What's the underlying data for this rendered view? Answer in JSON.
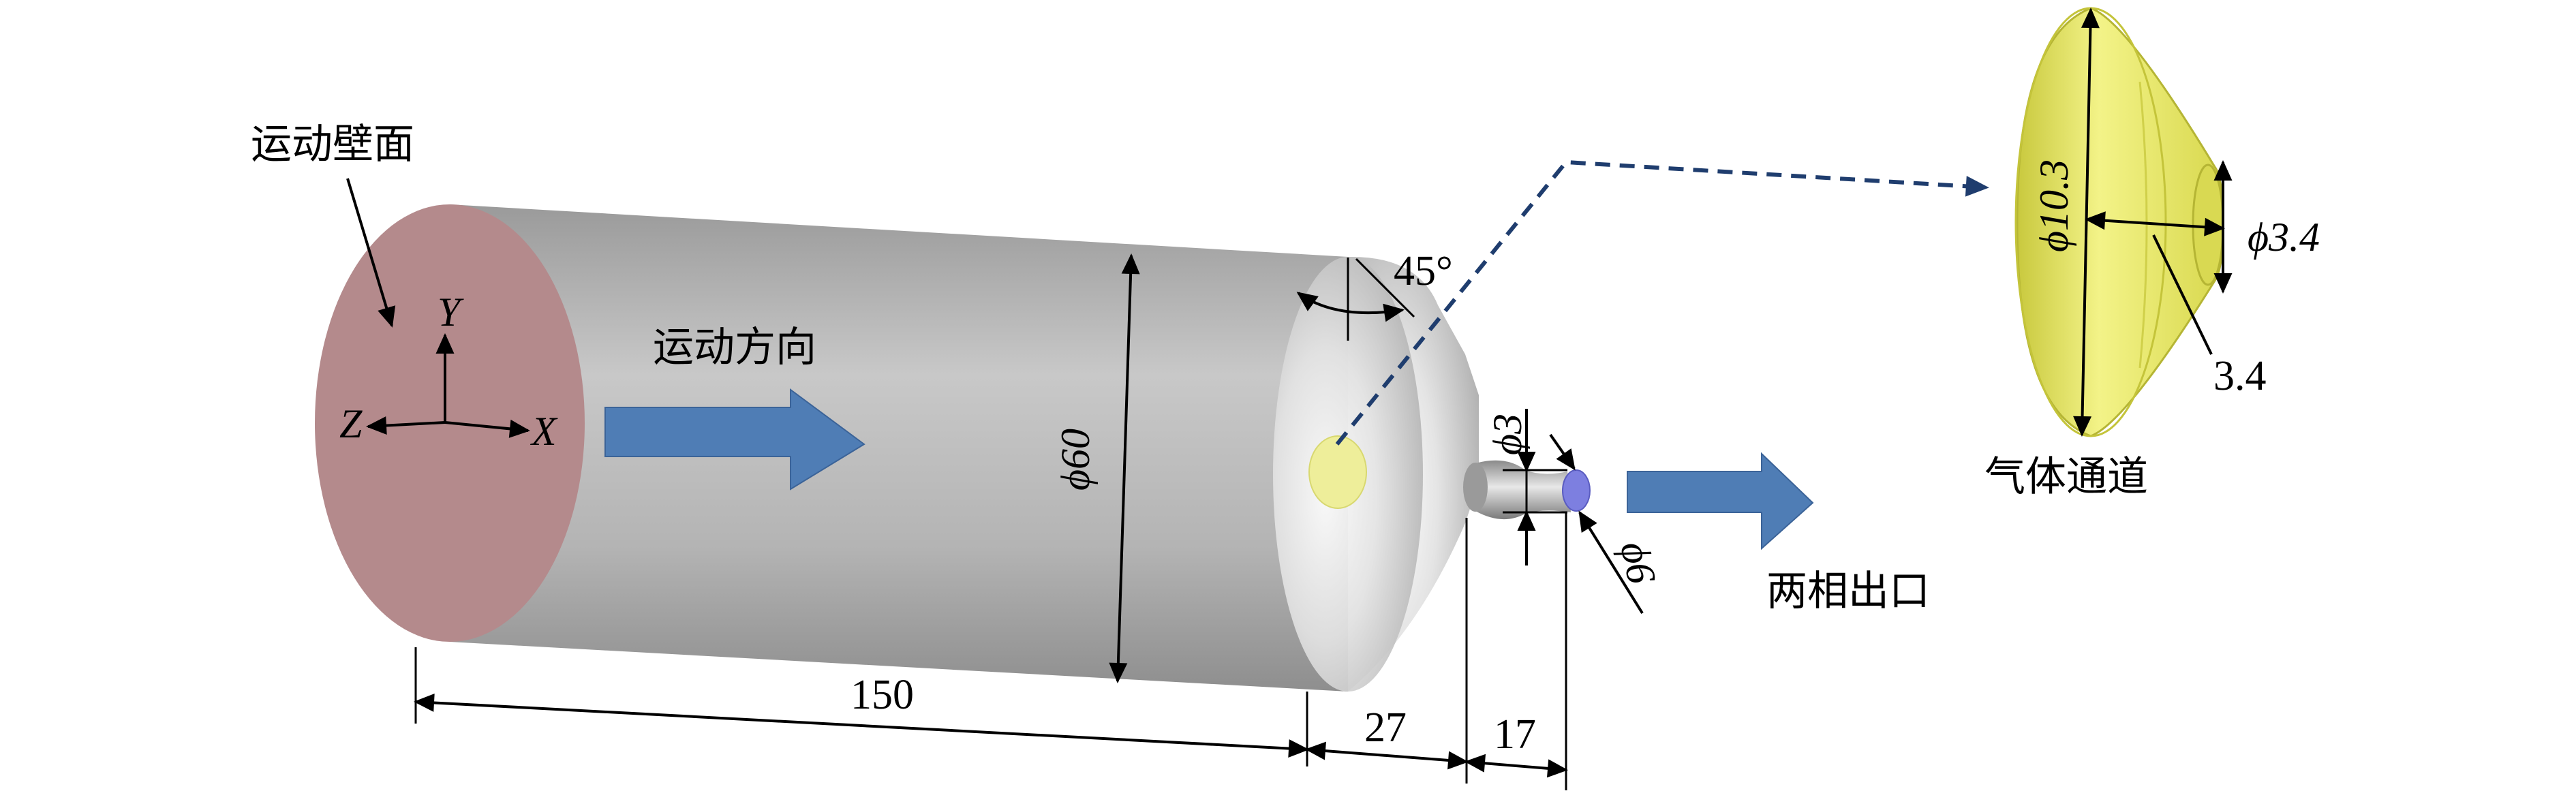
{
  "labels": {
    "moving_wall": "运动壁面",
    "motion_direction": "运动方向",
    "gas_channel": "气体通道",
    "two_phase_outlet": "两相出口"
  },
  "axes": {
    "x": "X",
    "y": "Y",
    "z": "Z"
  },
  "dimensions": {
    "length_main": "150",
    "length_cone": "27",
    "length_outlet": "17",
    "diameter_main": "ϕ60",
    "cone_angle": "45°",
    "throat_diameter": "ϕ3",
    "outlet_diameter": "ϕ6",
    "channel_diameter_large": "ϕ10.3",
    "channel_diameter_small": "ϕ3.4",
    "channel_length": "3.4"
  },
  "colors": {
    "moving_wall_face": "#b48a8c",
    "arrow_fill": "#4f7db5",
    "cylinder_body": "#bdbdbd",
    "gas_channel_fill": "#e2e26a",
    "outlet_face": "#7d7fe0",
    "dashed_leader": "#1f3d6e"
  }
}
